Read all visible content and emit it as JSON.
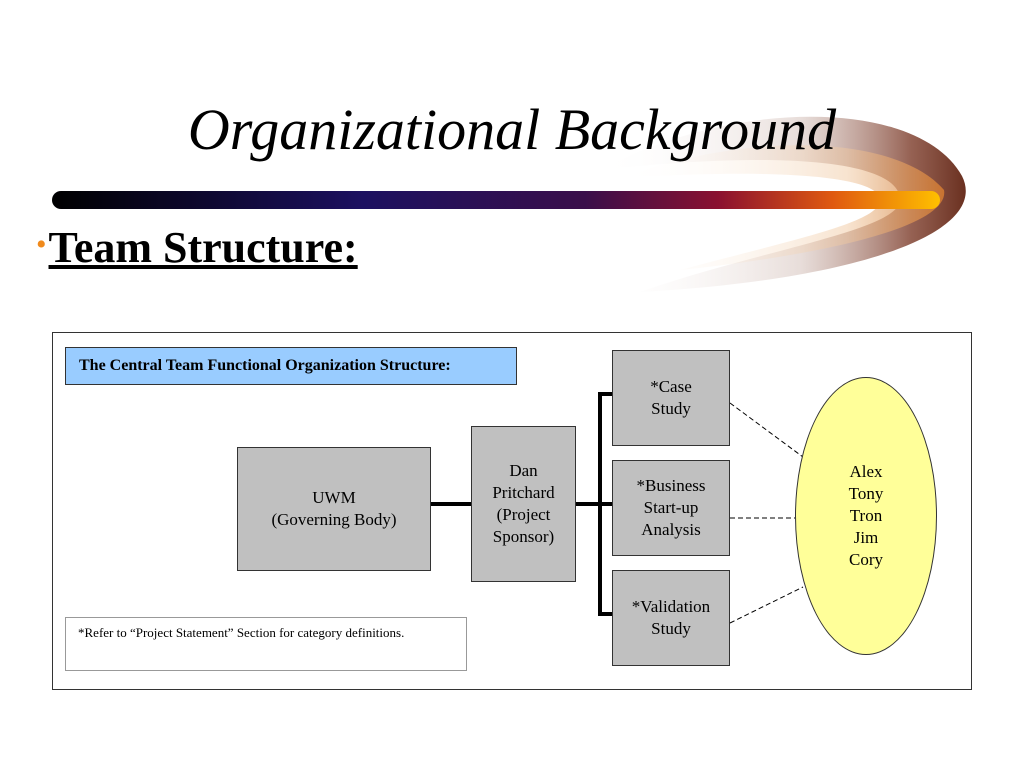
{
  "slide": {
    "title": "Organizational Background",
    "bullet": "Team Structure:"
  },
  "diagram": {
    "title": "The Central Team Functional Organization Structure:",
    "uwm": "UWM\n(Governing Body)",
    "sponsor": "Dan\nPritchard\n(Project\nSponsor)",
    "categories": [
      "*Case\nStudy",
      "*Business\nStart-up\nAnalysis",
      "*Validation\nStudy"
    ],
    "members": [
      "Alex",
      "Tony",
      "Tron",
      "Jim",
      "Cory"
    ],
    "note": "*Refer to “Project Statement” Section for category definitions."
  },
  "colors": {
    "title_box": "#99ccff",
    "boxes": "#c0c0c0",
    "team_ellipse": "#ffff99",
    "bullet": "#f08a1c"
  }
}
